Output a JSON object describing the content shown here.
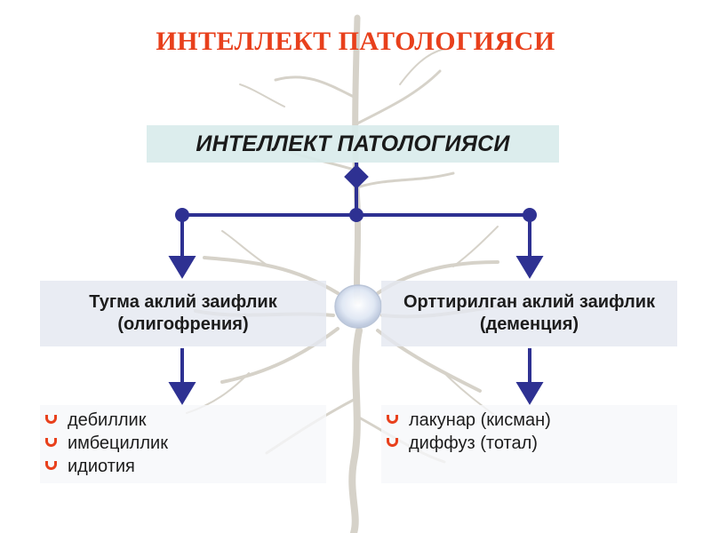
{
  "slide_title": "ИНТЕЛЛЕКТ ПАТОЛОГИЯСИ",
  "diagram": {
    "root": {
      "label": "ИНТЕЛЛЕКТ ПАТОЛОГИЯСИ"
    },
    "left_branch": {
      "line1": "Тугма аклий заифлик",
      "line2": "(олигофрения)",
      "items": [
        "дебиллик",
        "имбециллик",
        "идиотия"
      ]
    },
    "right_branch": {
      "line1": "Орттирилган аклий заифлик",
      "line2": "(деменция)",
      "items": [
        "лакунар (кисман)",
        "диффуз (тотал)"
      ]
    }
  },
  "colors": {
    "title": "#e8401c",
    "connector": "#2e3192",
    "bullet": "#e8401c",
    "root_box": "#d9ecec",
    "branch_box": "#e4e8f0"
  },
  "icons": {
    "bullet": "u-curve-bullet-icon",
    "background": "neuron-illustration"
  }
}
